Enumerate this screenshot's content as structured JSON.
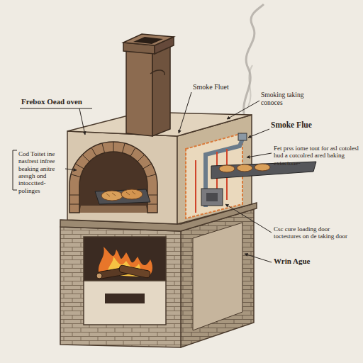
{
  "diagram": {
    "labels": [
      "Frebox Oead oven",
      "Smoke Fluet",
      "Smoking taking conoces",
      "Smoke Flue",
      "Cod Toitet ine nasfrest infree beaking anitre aresgh ond intocctted- polinges",
      "Fet prss iome tout for asl cotolesl hud a cotcolred ared baking extactone-",
      "Csc cure loading door toctestures on de taking door",
      "Wrin Ague"
    ]
  }
}
